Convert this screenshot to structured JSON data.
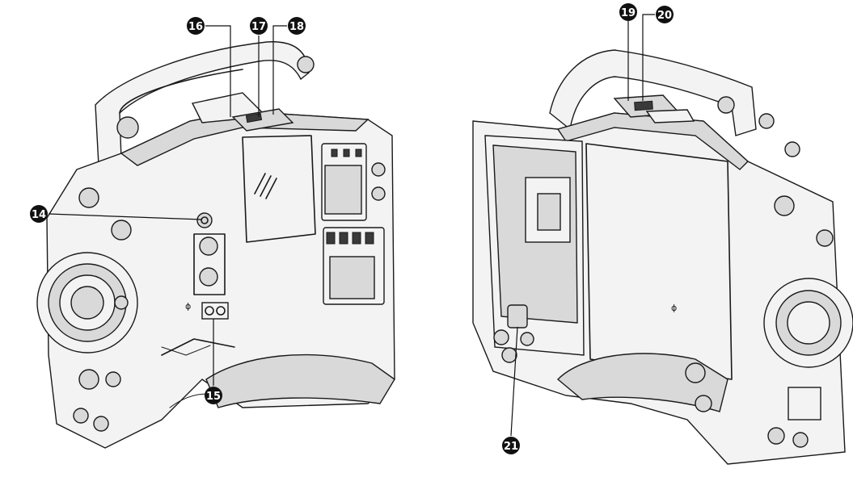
{
  "callouts": [
    {
      "id": "c14",
      "number": "14"
    },
    {
      "id": "c15",
      "number": "15"
    },
    {
      "id": "c16",
      "number": "16"
    },
    {
      "id": "c17",
      "number": "17"
    },
    {
      "id": "c18",
      "number": "18"
    },
    {
      "id": "c19",
      "number": "19"
    },
    {
      "id": "c20",
      "number": "20"
    },
    {
      "id": "c21",
      "number": "21"
    }
  ],
  "colors": {
    "ink": "#1a1a1a",
    "callout_fill": "#111111",
    "callout_text": "#ffffff",
    "body_fill": "#f3f3f3",
    "shade_fill": "#d9d9d9"
  }
}
